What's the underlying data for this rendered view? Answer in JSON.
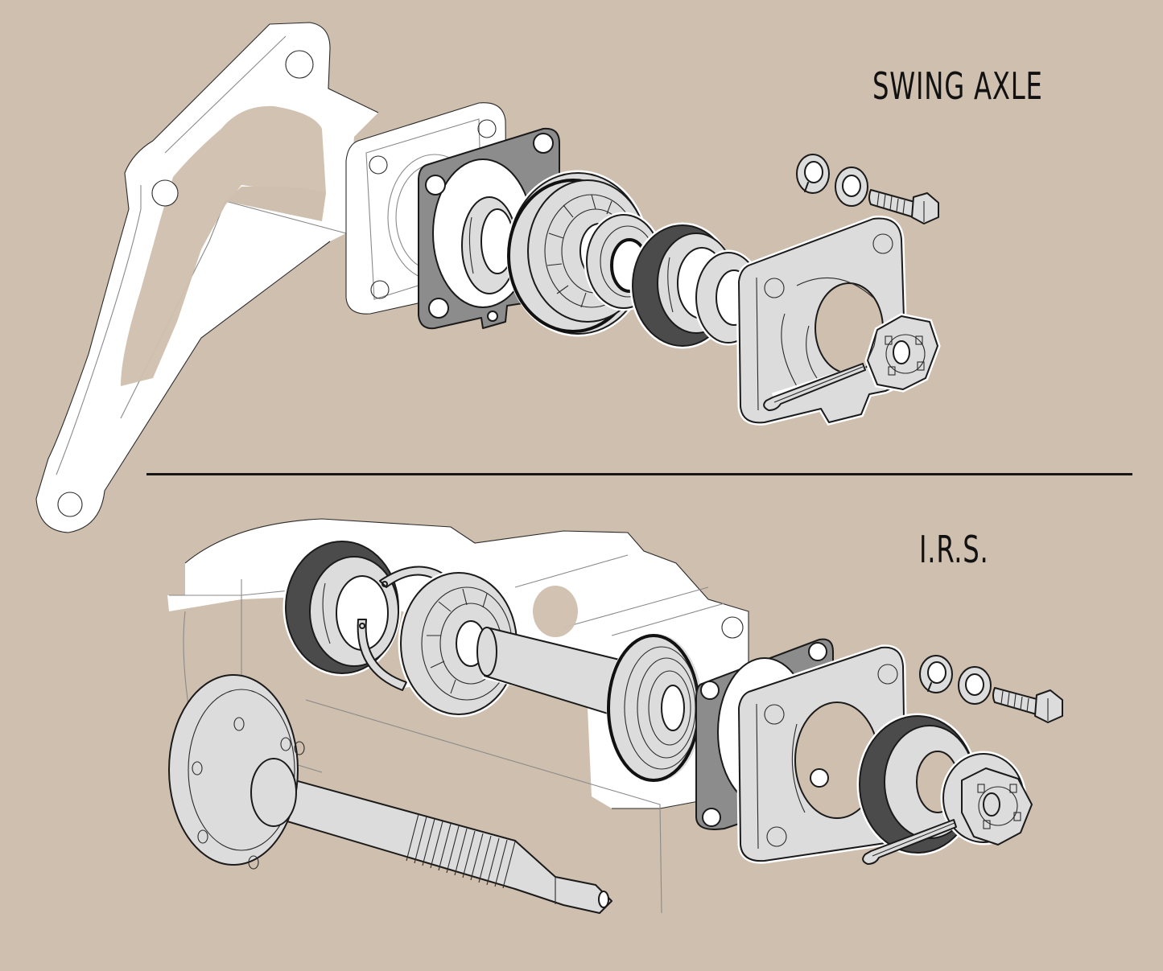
{
  "diagram": {
    "background_color": "#cfbfae",
    "part_fill_color": "#dcdcdc",
    "gasket_color": "#8c8c8c",
    "seal_color": "#4b4b4b",
    "outline_color": "#1a1a1a",
    "divider_color": "#161616"
  },
  "sections": [
    {
      "title": "SWING AXLE",
      "parts": [
        "spring-plate-arm",
        "bearing-housing",
        "gasket",
        "spacer",
        "roller-bearing",
        "inner-spacer",
        "oil-seal",
        "outer-spacer",
        "bearing-cover",
        "lock-washer",
        "flat-washer",
        "hex-bolt",
        "castle-nut",
        "cotter-pin"
      ]
    },
    {
      "title": "I.R.S.",
      "parts": [
        "trailing-arm-housing",
        "oil-seal",
        "circlip",
        "roller-bearing",
        "stub-axle-flange-shaft",
        "ball-bearing",
        "gasket",
        "bearing-cover",
        "oil-seal",
        "lock-washer",
        "flat-washer",
        "hex-bolt",
        "castle-nut",
        "cotter-pin"
      ]
    }
  ]
}
